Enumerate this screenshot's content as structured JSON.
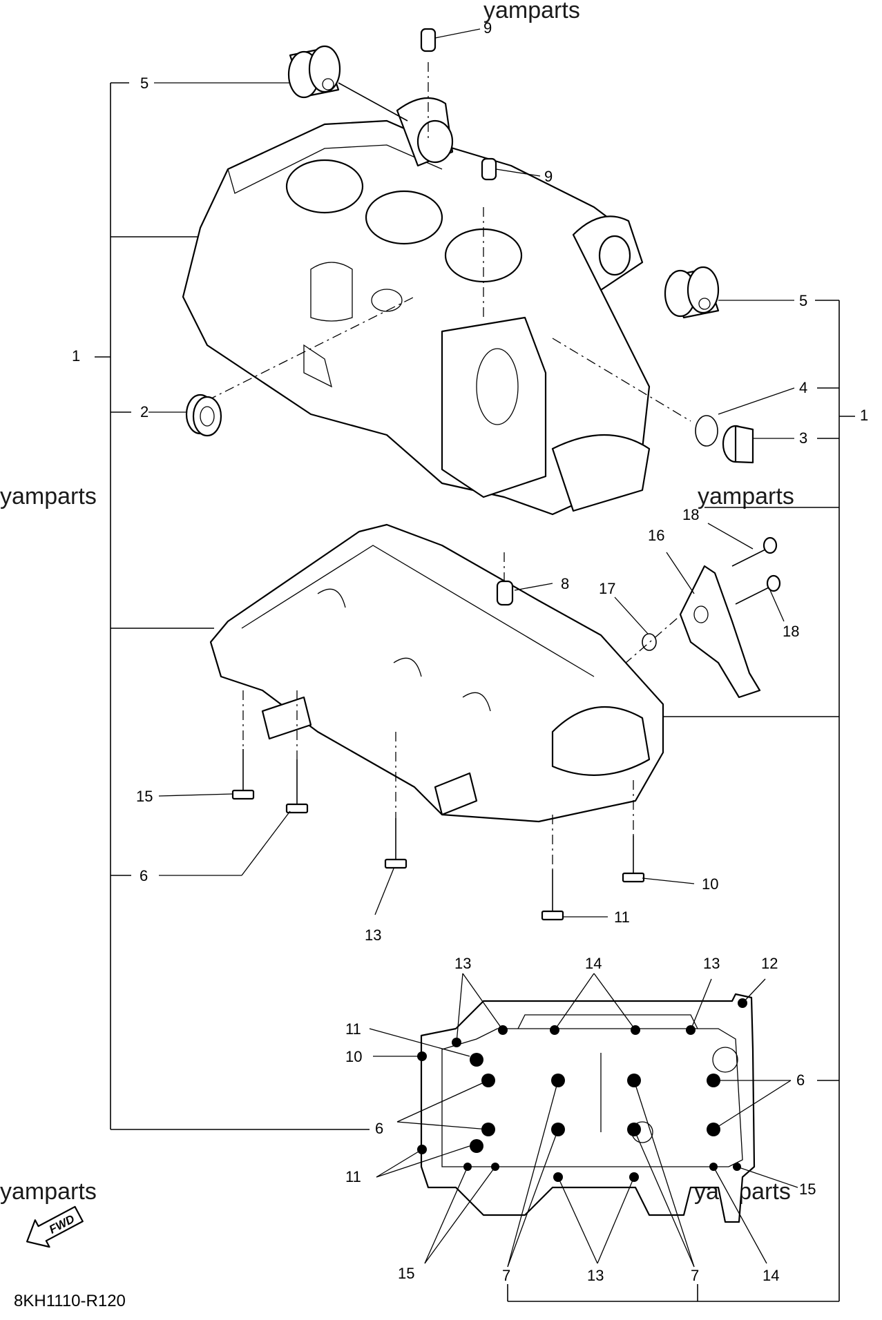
{
  "diagram_code": "8KH1110-R120",
  "fwd_label": "FWD",
  "watermark": "yamparts",
  "callouts": {
    "c1_left": "1",
    "c1_right": "1",
    "c2": "2",
    "c3": "3",
    "c4": "4",
    "c5_left": "5",
    "c5_right": "5",
    "c6_bolt": "6",
    "c6_plate_left": "6",
    "c6_plate_right": "6",
    "c7_left": "7",
    "c7_right": "7",
    "c8": "8",
    "c9_top": "9",
    "c9_mid": "9",
    "c10_bolt": "10",
    "c10_plate": "10",
    "c11_bolt": "11",
    "c11_plate_top": "11",
    "c11_plate_bottom": "11",
    "c12": "12",
    "c13_bolt": "13",
    "c13_plate_topleft": "13",
    "c13_plate_topright": "13",
    "c13_plate_bottom": "13",
    "c14_plate_top": "14",
    "c14_plate_bottom": "14",
    "c15_bolt": "15",
    "c15_plate_left": "15",
    "c15_plate_right": "15",
    "c16": "16",
    "c17": "17",
    "c18_top": "18",
    "c18_bottom": "18"
  }
}
